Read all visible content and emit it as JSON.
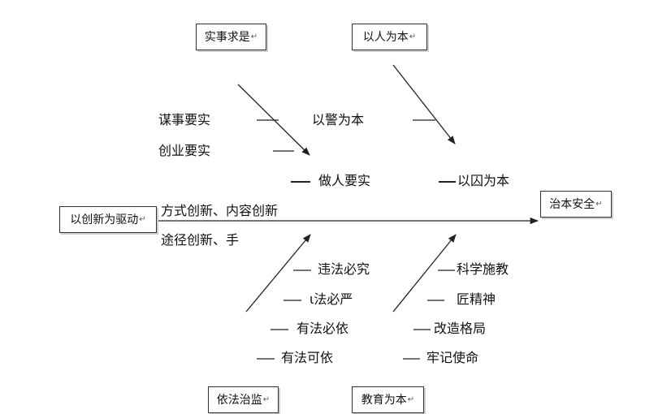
{
  "diagram": {
    "type": "fishbone",
    "head": "治本安全",
    "tail": "以创新为驱动",
    "return_mark": "↵",
    "spine_labels": [
      "方式创新、内容创新",
      "途径创新、手"
    ],
    "categories": {
      "top_left": "实事求是",
      "top_right": "以人为本",
      "bottom_left": "依法治监",
      "bottom_right": "教育为本"
    },
    "causes": {
      "top_left": [
        "谋事要实",
        "创业要实",
        "做人要实"
      ],
      "top_right": [
        "以警为本",
        "以囚为本"
      ],
      "bottom_left": [
        "违法必究",
        "ι法必严",
        "有法必依",
        "有法可依"
      ],
      "bottom_right": [
        "科学施教",
        "匠精神",
        "改造格局",
        "牢记使命"
      ]
    }
  }
}
